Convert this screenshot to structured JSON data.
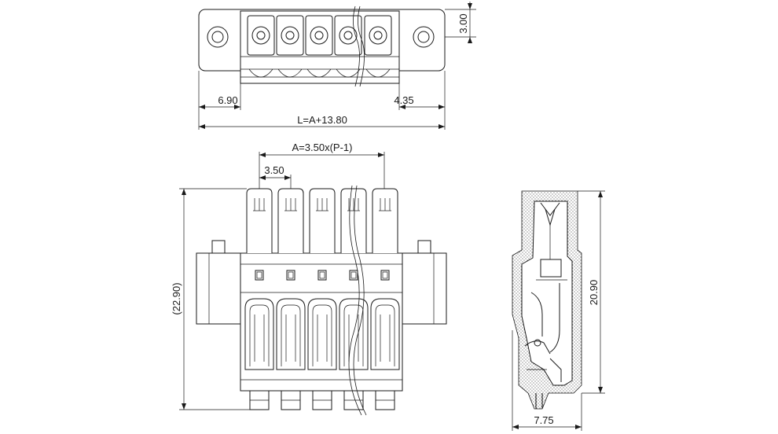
{
  "dimensions": {
    "top_view": {
      "right_height": "3.00",
      "left_offset": "6.90",
      "right_offset": "4.35",
      "overall_length": "L=A+13.80"
    },
    "front_view": {
      "span": "A=3.50x(P-1)",
      "pitch": "3.50",
      "height_reference": "(22.90)"
    },
    "side_view": {
      "height": "20.90",
      "depth": "7.75"
    }
  },
  "colors": {
    "line": "#1a1a1a",
    "background": "#ffffff"
  }
}
